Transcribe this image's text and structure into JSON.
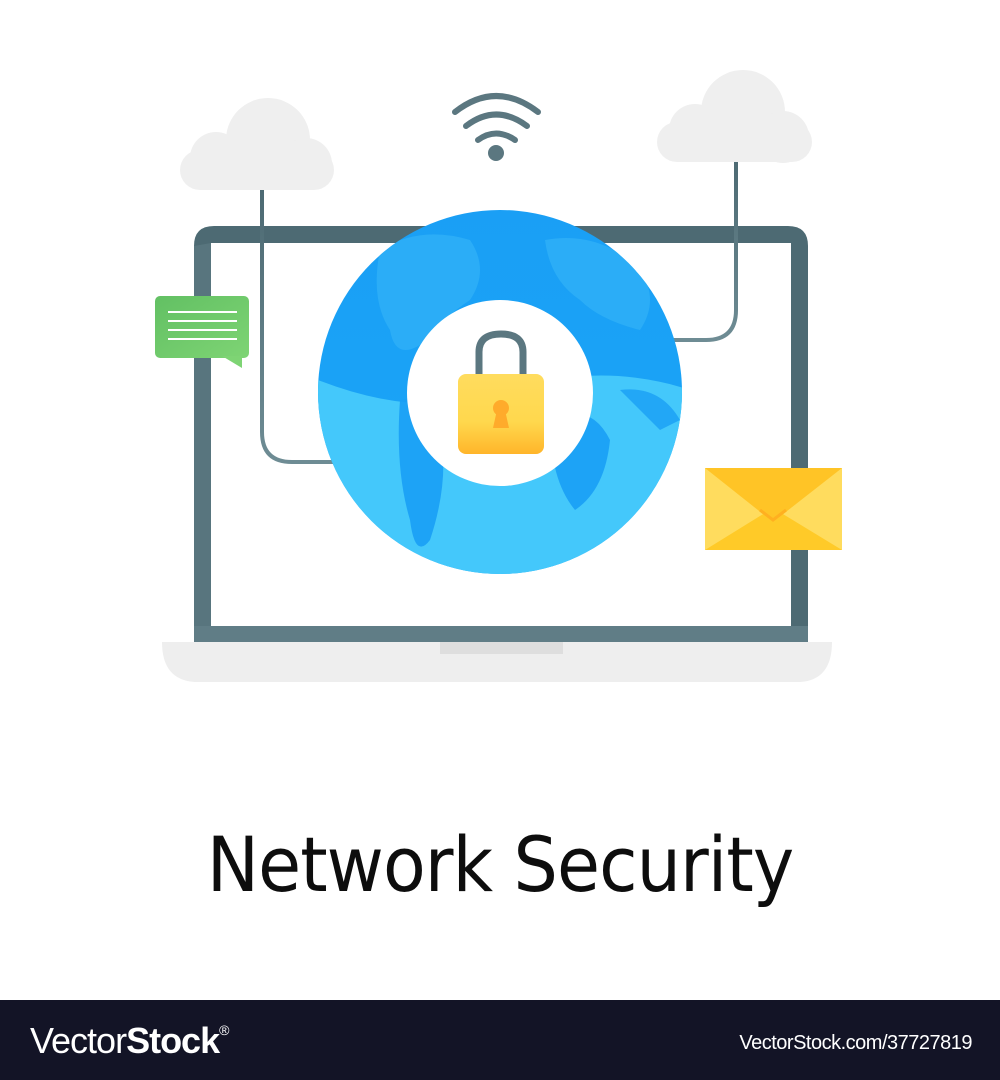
{
  "illustration": {
    "title": "Network Security",
    "elements": {
      "laptop": "laptop-icon",
      "globe": "globe-icon",
      "lock": "padlock-icon",
      "wifi": "wifi-icon",
      "clouds": [
        "cloud-icon",
        "cloud-icon"
      ],
      "chat": "chat-bubble-icon",
      "mail": "envelope-icon"
    },
    "colors": {
      "frame": "#4d6a73",
      "globe_dark": "#1a9ff5",
      "globe_light": "#44c8fb",
      "lock_body": "#ffd84d",
      "lock_shackle": "#5b7780",
      "chat": "#6cc76a",
      "mail": "#ffca28",
      "cloud": "#efefef",
      "base": "#eeeeee"
    }
  },
  "footer": {
    "brand_light": "Vector",
    "brand_bold": "Stock",
    "brand_mark": "®",
    "reference": "VectorStock.com/37727819"
  }
}
